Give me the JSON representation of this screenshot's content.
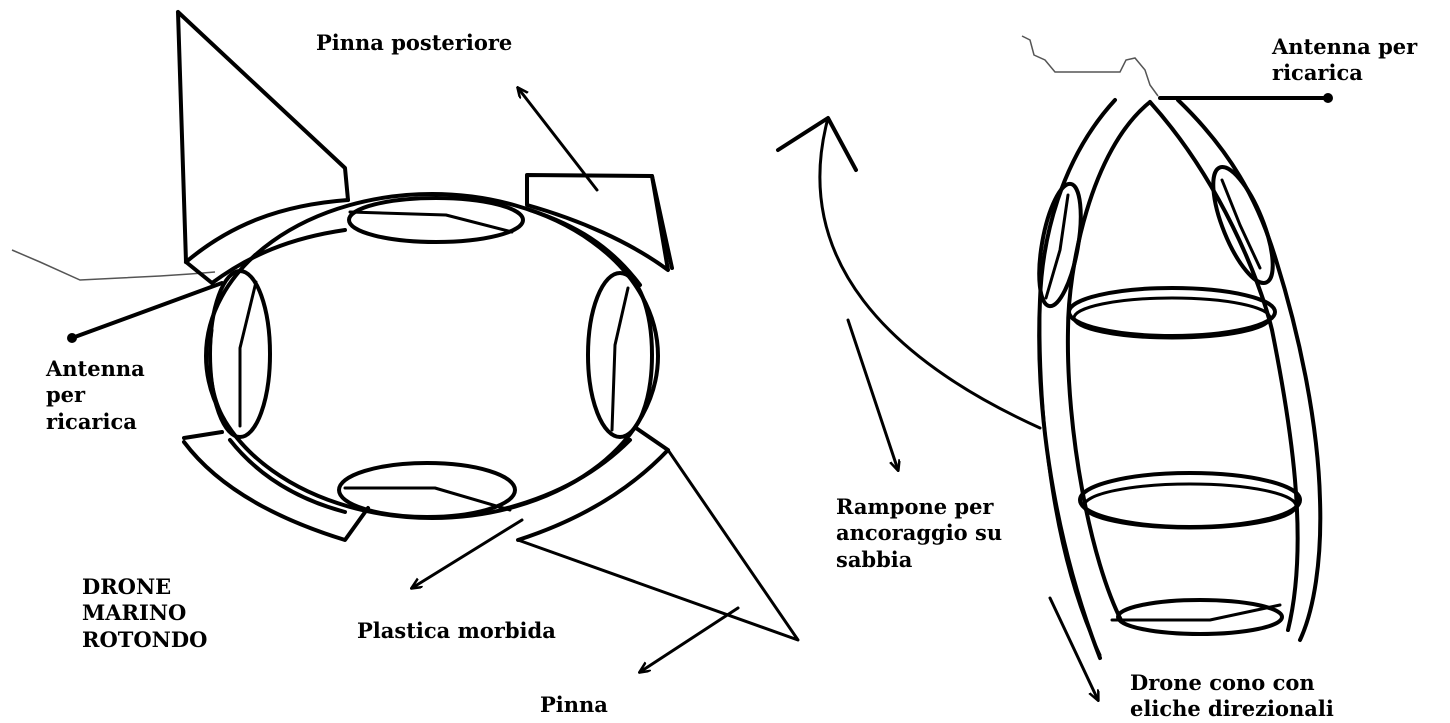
{
  "labels": {
    "rear_fin": "Pinna posteriore",
    "antenna_left": "Antenna\nper\nricarica",
    "round_drone": "DRONE\nMARINO\nROTONDO",
    "soft_plastic": "Plastica morbida",
    "fin": "Pinna",
    "grapple": "Rampone per\nancoraggio su\nsabbia",
    "antenna_right": "Antenna per\nricarica",
    "cone_drone": "Drone cono con\neliche direzionali"
  }
}
